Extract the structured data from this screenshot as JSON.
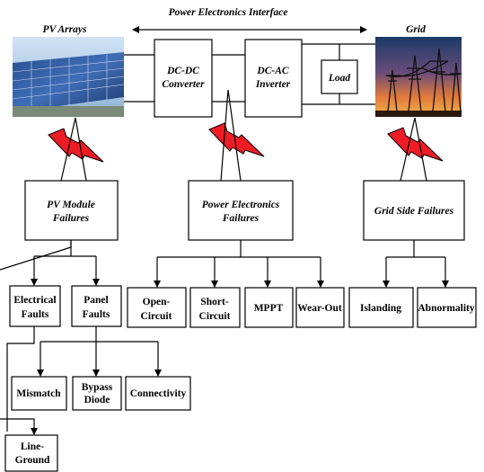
{
  "header": {
    "interface_title": "Power Electronics Interface",
    "pv_title": "PV Arrays",
    "grid_title": "Grid"
  },
  "blocks": {
    "dcdc": [
      "DC-DC",
      "Converter"
    ],
    "dcac": [
      "DC-AC",
      "Inverter"
    ],
    "load": "Load"
  },
  "categories": {
    "pv": [
      "PV Module",
      "Failures"
    ],
    "pe": [
      "Power Electronics",
      "Failures"
    ],
    "grid": "Grid Side Failures"
  },
  "pv_faults": {
    "electrical": [
      "Electrical",
      "Faults"
    ],
    "panel": [
      "Panel",
      "Faults"
    ],
    "mismatch": "Mismatch",
    "bypass": [
      "Bypass",
      "Diode"
    ],
    "connectivity": "Connectivity",
    "line_ground": [
      "Line-",
      "Ground"
    ]
  },
  "pe_faults": {
    "open": [
      "Open-",
      "Circuit"
    ],
    "short": [
      "Short-",
      "Circuit"
    ],
    "mppt": "MPPT",
    "wear": "Wear-Out"
  },
  "grid_faults": {
    "islanding": "Islanding",
    "abnormality": "Abnormality"
  },
  "colors": {
    "bolt": "#ee1c24",
    "line": "#000000"
  },
  "icons": [
    "solar-panel-image",
    "power-lines-image",
    "lightning-bolt-icon"
  ]
}
